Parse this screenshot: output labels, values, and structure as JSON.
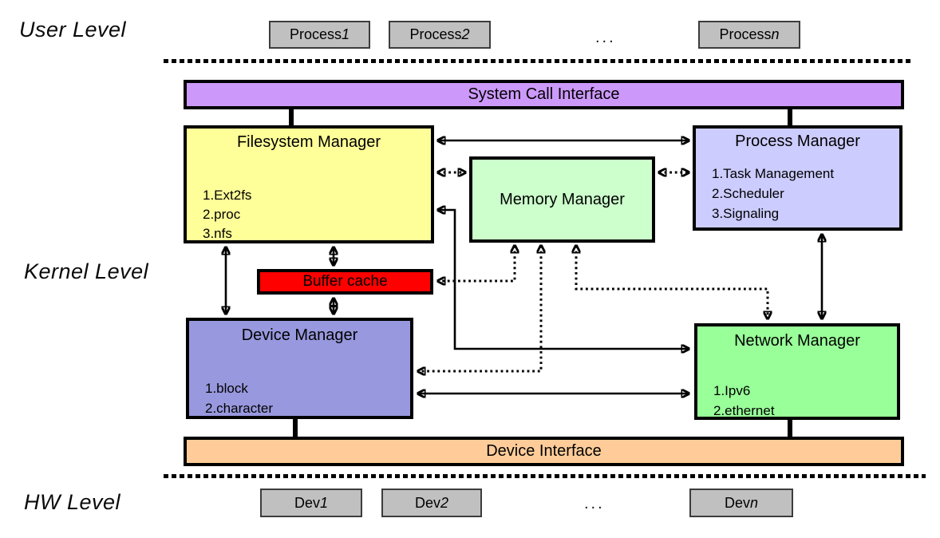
{
  "labels": {
    "user_level": "User Level",
    "kernel_level": "Kernel Level",
    "hw_level": "HW Level"
  },
  "user_processes": {
    "ellipsis": "...",
    "items": [
      {
        "base": "Process",
        "suffix": "1"
      },
      {
        "base": "Process",
        "suffix": "2"
      },
      {
        "base": "Process",
        "suffix": "n"
      }
    ]
  },
  "system_call_interface": {
    "title": "System Call Interface",
    "color": "#cc99fa"
  },
  "filesystem_manager": {
    "title": "Filesystem Manager",
    "items": [
      "1.Ext2fs",
      "2.proc",
      "3.nfs"
    ],
    "color": "#ffff99"
  },
  "memory_manager": {
    "title": "Memory Manager",
    "color": "#ccffcc"
  },
  "process_manager": {
    "title": "Process Manager",
    "items": [
      "1.Task Management",
      "2.Scheduler",
      "3.Signaling"
    ],
    "color": "#ccccff"
  },
  "buffer_cache": {
    "title": "Buffer cache",
    "color": "#ff0000"
  },
  "device_manager": {
    "title": "Device Manager",
    "items": [
      "1.block",
      "2.character"
    ],
    "color": "#9898de"
  },
  "network_manager": {
    "title": "Network Manager",
    "items": [
      "1.Ipv6",
      "2.ethernet"
    ],
    "color": "#99ff99"
  },
  "device_interface": {
    "title": "Device Interface",
    "color": "#ffcc99"
  },
  "hw_devices": {
    "ellipsis": "...",
    "box_color": "#c0c0c0",
    "items": [
      {
        "base": "Dev",
        "suffix": "1"
      },
      {
        "base": "Dev",
        "suffix": "2"
      },
      {
        "base": "Dev",
        "suffix": "n"
      }
    ]
  }
}
